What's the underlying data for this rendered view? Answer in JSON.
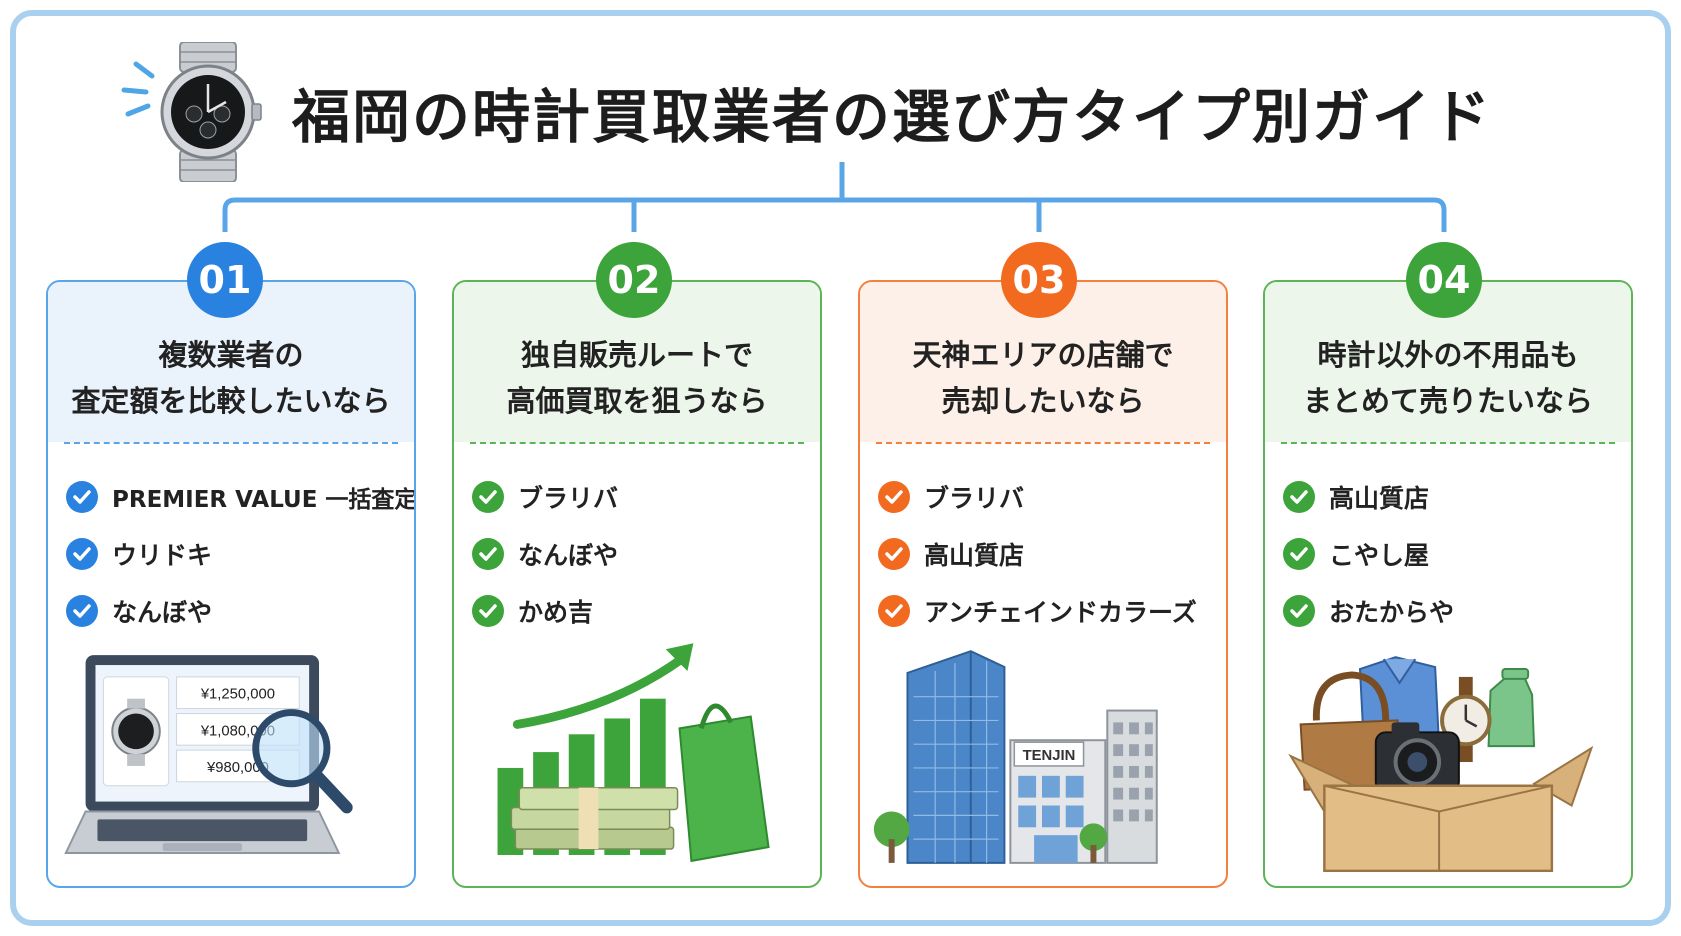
{
  "title": "福岡の時計買取業者の選び方タイプ別ガイド",
  "colors": {
    "frame": "#a9d0ef",
    "blue": "#2a82e0",
    "green": "#3ca43a",
    "orange": "#f26a1f"
  },
  "cards": [
    {
      "number": "01",
      "title_line1": "複数業者の",
      "title_line2": "査定額を比較したいなら",
      "items": [
        "PREMIER VALUE 一括査定",
        "ウリドキ",
        "なんぼや"
      ],
      "prices": [
        "¥1,250,000",
        "¥1,080,000",
        "¥980,000"
      ]
    },
    {
      "number": "02",
      "title_line1": "独自販売ルートで",
      "title_line2": "高価買取を狙うなら",
      "items": [
        "ブラリバ",
        "なんぼや",
        "かめ吉"
      ]
    },
    {
      "number": "03",
      "title_line1": "天神エリアの店舗で",
      "title_line2": "売却したいなら",
      "items": [
        "ブラリバ",
        "高山質店",
        "アンチェインドカラーズ"
      ],
      "building_sign": "TENJIN"
    },
    {
      "number": "04",
      "title_line1": "時計以外の不用品も",
      "title_line2": "まとめて売りたいなら",
      "items": [
        "高山質店",
        "こやし屋",
        "おたからや"
      ]
    }
  ]
}
